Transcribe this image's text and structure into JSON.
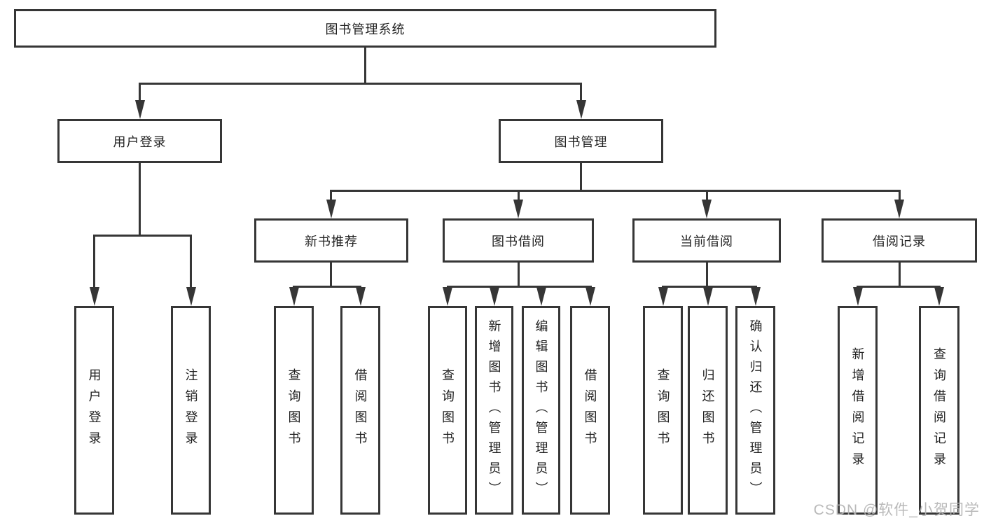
{
  "diagram": {
    "root": {
      "label": "图书管理系统"
    },
    "branches": {
      "user_login": {
        "label": "用户登录",
        "children": [
          "用户登录",
          "注销登录"
        ]
      },
      "book_management": {
        "label": "图书管理",
        "children": [
          {
            "label": "新书推荐",
            "children": [
              "查询图书",
              "借阅图书"
            ]
          },
          {
            "label": "图书借阅",
            "children": [
              "查询图书",
              "新增图书（管理员）",
              "编辑图书（管理员）",
              "借阅图书"
            ]
          },
          {
            "label": "当前借阅",
            "children": [
              "查询图书",
              "归还图书",
              "确认归还（管理员）"
            ]
          },
          {
            "label": "借阅记录",
            "children": [
              "新增借阅记录",
              "查询借阅记录"
            ]
          }
        ]
      }
    }
  },
  "watermark": "CSDN @软件_小贺同学",
  "colors": {
    "line": "#363636",
    "text": "#222222",
    "watermark": "#b3b3b3",
    "background": "#ffffff"
  }
}
